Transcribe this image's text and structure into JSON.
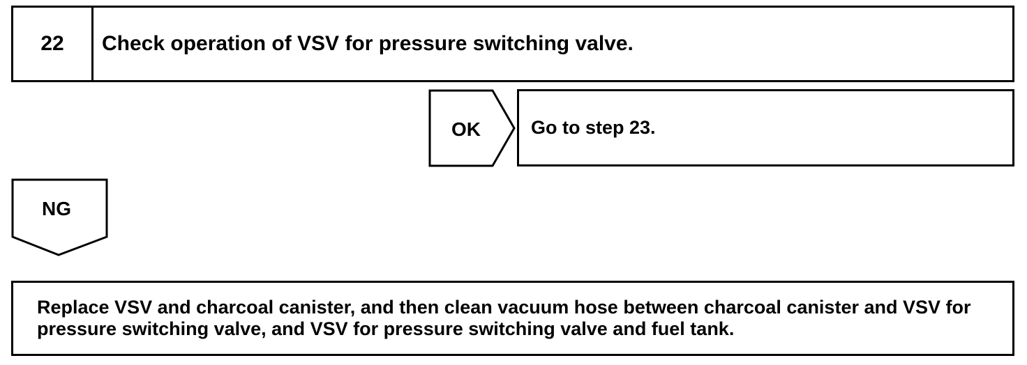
{
  "step": {
    "number": "22",
    "title": "Check operation of VSV for pressure switching valve."
  },
  "ok_branch": {
    "label": "OK",
    "action": "Go to step 23."
  },
  "ng_branch": {
    "label": "NG"
  },
  "final_action": {
    "text": "Replace VSV and charcoal canister, and then clean vacuum hose between charcoal canister and VSV for pressure switching valve, and VSV for pressure switching valve and fuel tank."
  }
}
